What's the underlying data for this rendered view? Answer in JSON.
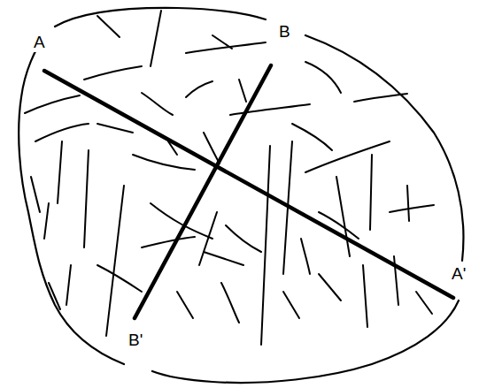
{
  "diagram": {
    "labels": [
      "A",
      "B",
      "A'",
      "B'"
    ]
  }
}
